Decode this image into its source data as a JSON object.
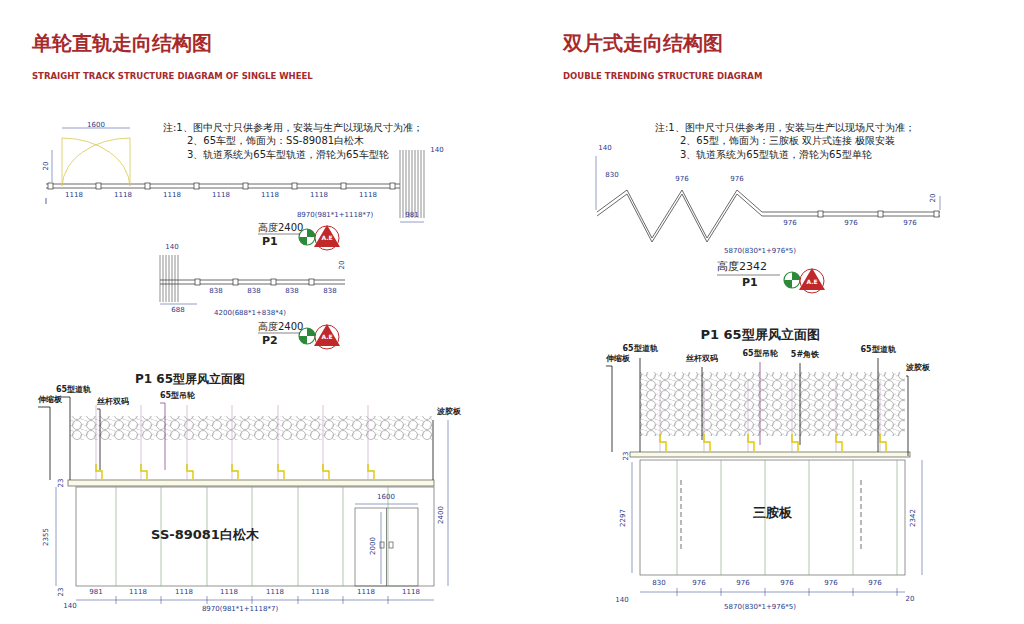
{
  "diagram": {
    "labels": [
      "单轮直轨走向结构图",
      "STRAIGHT TRACK STRUCTURE DIAGRAM OF SINGLE WHEEL",
      "注:1、图中尺寸只供参考用，安装与生产以现场尺寸为准；",
      "2、65车型，饰面为：SS-89081白松木",
      "3、轨道系统为65车型轨道，滑轮为65车型轮",
      "1600",
      "20",
      "1118",
      "1118",
      "1118",
      "1118",
      "1118",
      "1118",
      "1118",
      "140",
      "981",
      "8970(981*1+1118*7)",
      "高度2400",
      "P1",
      "A.E",
      "140",
      "20",
      "838",
      "838",
      "838",
      "838",
      "688",
      "4200(688*1+838*4)",
      "高度2400",
      "P2",
      "A.E",
      "P1 65型屏风立面图",
      "65型道轨",
      "伸缩板",
      "丝杆双码",
      "65型吊轮",
      "波胶板",
      "23",
      "2355",
      "SS-89081白松木",
      "1600",
      "2000",
      "2400",
      "23",
      "140",
      "981",
      "1118",
      "1118",
      "1118",
      "1118",
      "1118",
      "1118",
      "1118",
      "8970(981*1+1118*7)",
      "双片式走向结构图",
      "DOUBLE TRENDING STRUCTURE DIAGRAM",
      "注:1、图中尺寸只供参考用，安装与生产以现场尺寸为准；",
      "2、65型，饰面为：三胺板 双片式连接 极限安装",
      "3、轨道系统为65型轨道，滑轮为65型单轮",
      "140",
      "830",
      "976",
      "976",
      "20",
      "976",
      "976",
      "976",
      "5870(830*1+976*5)",
      "高度2342",
      "P1",
      "A.E",
      "P1 65型屏风立面图",
      "65型道轨",
      "伸缩板",
      "丝杆双码",
      "65型吊轮",
      "5#角铁",
      "65型道轨",
      "波胶板",
      "23",
      "2297",
      "三胺板",
      "2342",
      "830",
      "976",
      "976",
      "976",
      "976",
      "976",
      "20",
      "140",
      "5870(830*1+976*5)"
    ]
  }
}
